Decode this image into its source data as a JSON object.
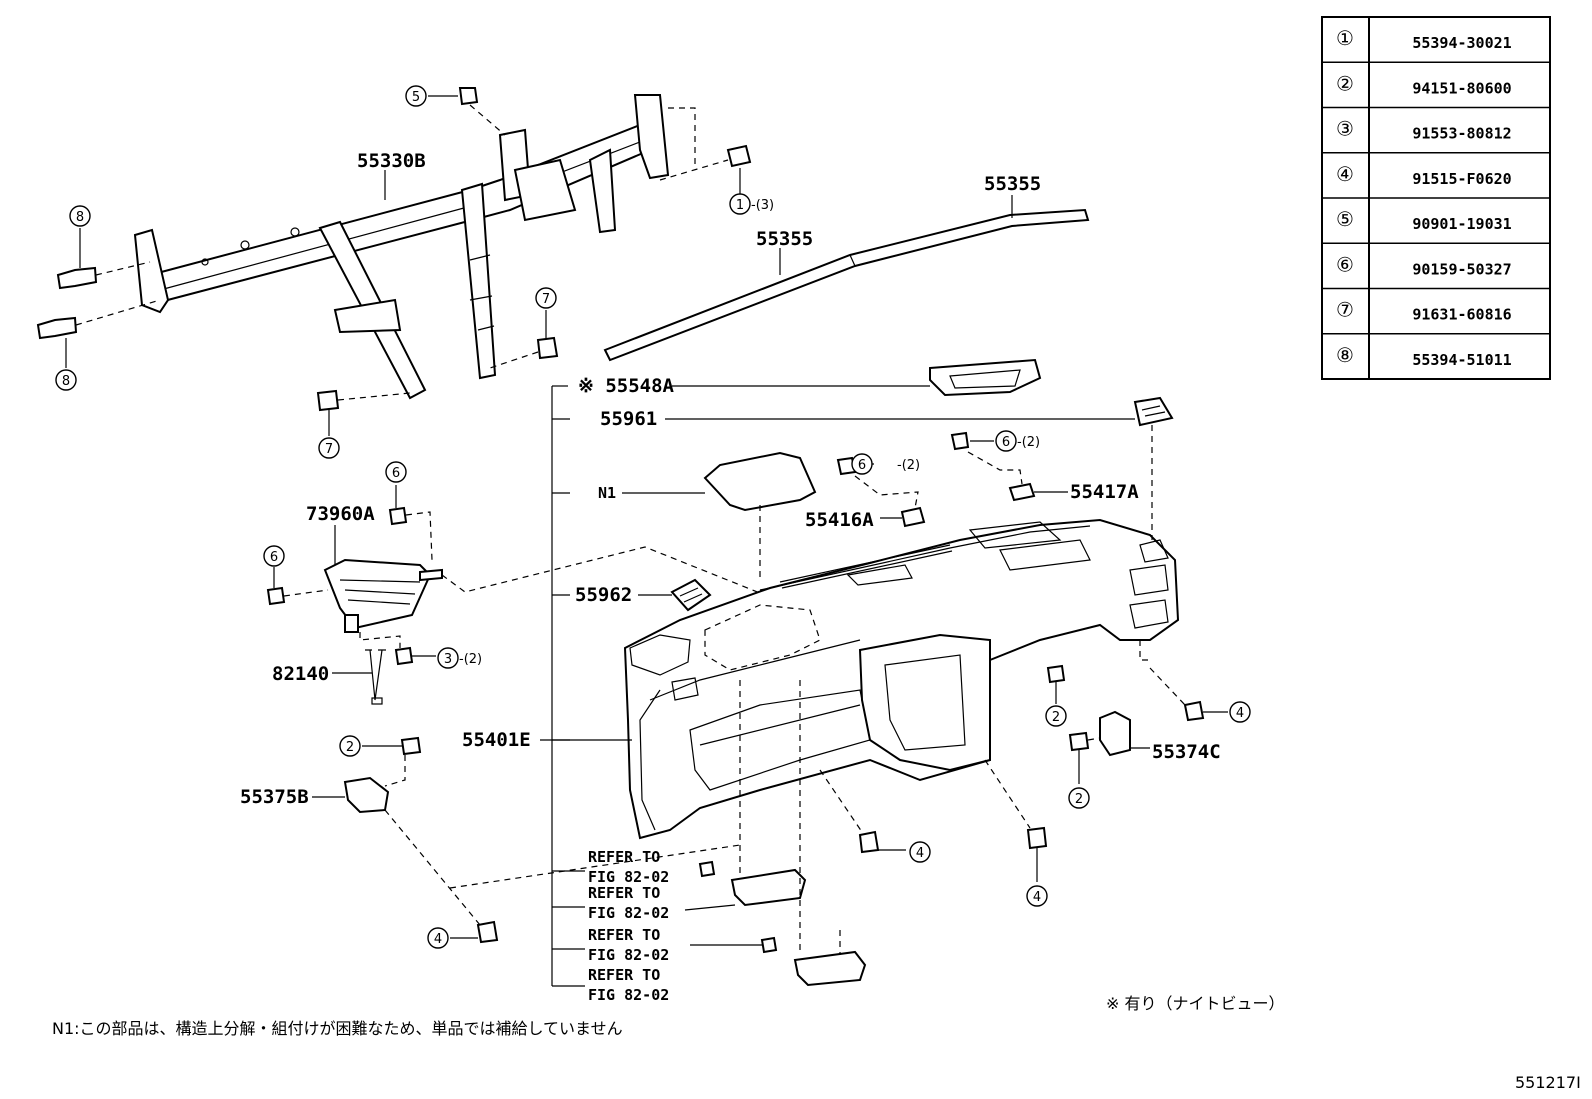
{
  "table": [
    {
      "circled": "①",
      "code": "55394-30021"
    },
    {
      "circled": "②",
      "code": "94151-80600"
    },
    {
      "circled": "③",
      "code": "91553-80812"
    },
    {
      "circled": "④",
      "code": "91515-F0620"
    },
    {
      "circled": "⑤",
      "code": "90901-19031"
    },
    {
      "circled": "⑥",
      "code": "90159-50327"
    },
    {
      "circled": "⑦",
      "code": "91631-60816"
    },
    {
      "circled": "⑧",
      "code": "55394-51011"
    }
  ],
  "labels": {
    "p55330B": "55330B",
    "p55355a": "55355",
    "p55355b": "55355",
    "p55548A": "※ 55548A",
    "p55961": "55961",
    "n1": "N1",
    "p55416A": "55416A",
    "p55417A": "55417A",
    "p73960A": "73960A",
    "p55962": "55962",
    "p82140": "82140",
    "p55401E": "55401E",
    "p55374C": "55374C",
    "p55375B": "55375B",
    "refer_to": "REFER TO",
    "fig": "FIG 82-02"
  },
  "callouts": {
    "c1": "1",
    "c2": "2",
    "c3": "3",
    "c4": "4",
    "c5": "5",
    "c6": "6",
    "c7": "7",
    "c8": "8",
    "qty3": "-(3)",
    "qty2": "-(2)"
  },
  "notes": {
    "n1_note": "N1:この部品は、構造上分解・組付けが困難なため、単品では補給していません",
    "asterisk_note": "※ 有り（ナイトビュー）",
    "figure_id": "551217I"
  }
}
